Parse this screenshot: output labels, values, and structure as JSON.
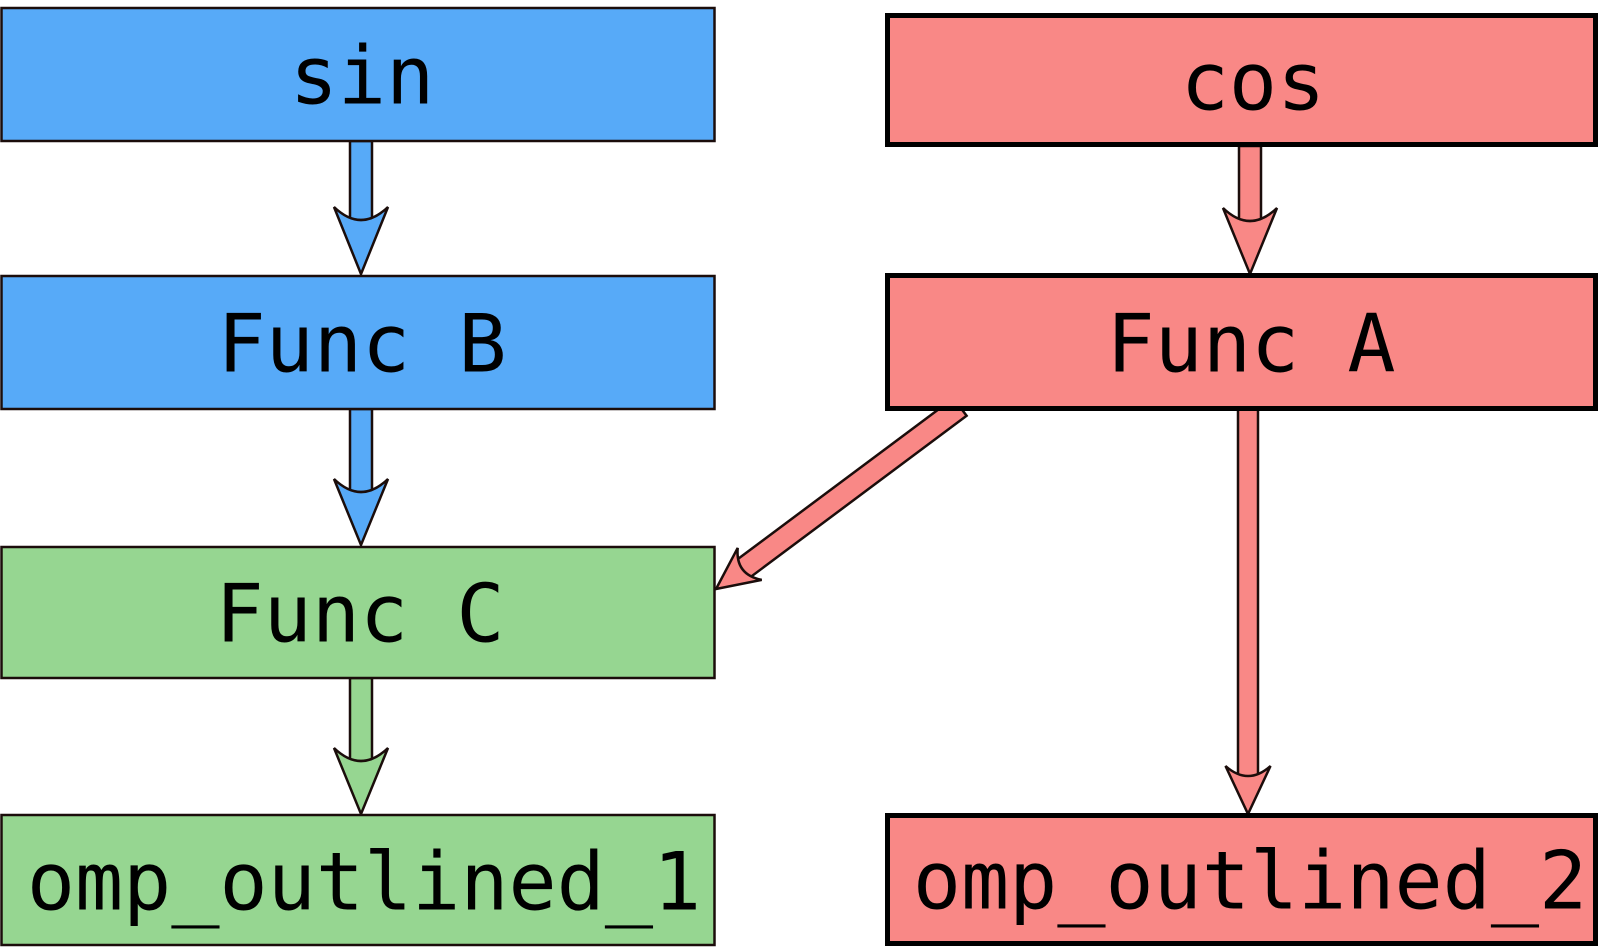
{
  "diagram": {
    "type": "call-graph",
    "background": "#ffffff",
    "colors": {
      "blue": "#57aaf8",
      "green": "#96d691",
      "red": "#f98886",
      "outline": "#1b0d0b",
      "border_thick": "#000000",
      "text": "#000000"
    },
    "nodes": {
      "sin": {
        "label": "sin",
        "color": "#57aaf8",
        "column": "left",
        "row": 1
      },
      "funcb": {
        "label": "Func B",
        "color": "#57aaf8",
        "column": "left",
        "row": 2
      },
      "funcc": {
        "label": "Func C",
        "color": "#96d691",
        "column": "left",
        "row": 3
      },
      "omp1": {
        "label": "omp_outlined_1",
        "color": "#96d691",
        "column": "left",
        "row": 4
      },
      "cos": {
        "label": "cos",
        "color": "#f98886",
        "column": "right",
        "row": 1
      },
      "funca": {
        "label": "Func A",
        "color": "#f98886",
        "column": "right",
        "row": 2
      },
      "omp2": {
        "label": "omp_outlined_2",
        "color": "#f98886",
        "column": "right",
        "row": 4
      }
    },
    "edges": [
      {
        "from": "sin",
        "to": "funcb",
        "color": "#57aaf8"
      },
      {
        "from": "funcb",
        "to": "funcc",
        "color": "#57aaf8"
      },
      {
        "from": "funcc",
        "to": "omp1",
        "color": "#96d691"
      },
      {
        "from": "cos",
        "to": "funca",
        "color": "#f98886"
      },
      {
        "from": "funca",
        "to": "omp2",
        "color": "#f98886"
      },
      {
        "from": "funca",
        "to": "funcc",
        "color": "#f98886"
      }
    ]
  }
}
